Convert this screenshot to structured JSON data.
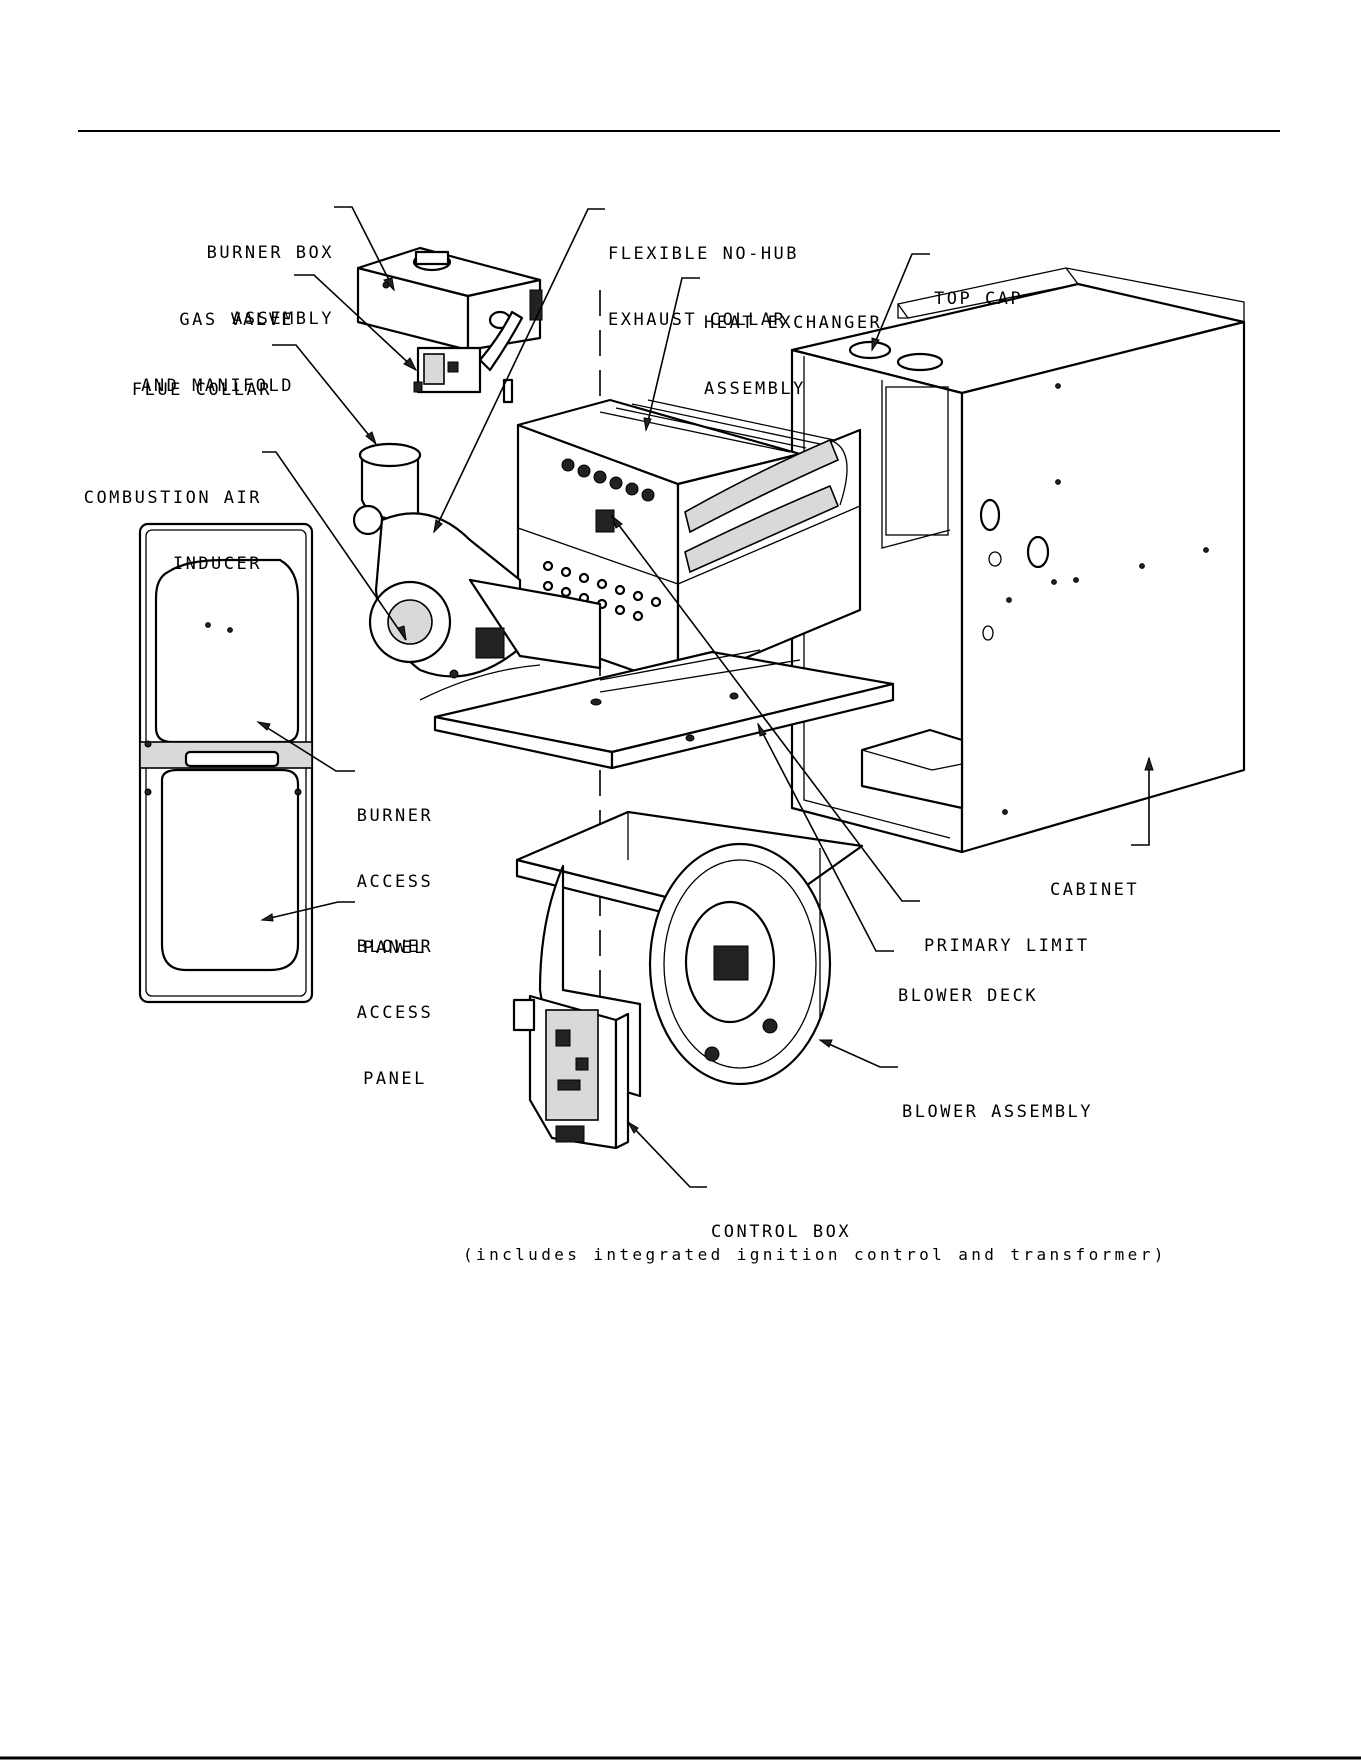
{
  "labels": {
    "burner_box_assembly": [
      "BURNER BOX",
      "ASSEMBLY"
    ],
    "gas_valve_and_manifold": [
      "GAS VALVE",
      "AND MANIFOLD"
    ],
    "flue_collar": "FLUE COLLAR",
    "combustion_air_inducer": [
      "COMBUSTION AIR",
      "INDUCER"
    ],
    "flexible_no_hub_exhaust_collar": [
      "FLEXIBLE NO-HUB",
      "EXHAUST COLLAR"
    ],
    "heat_exchanger_assembly": [
      "HEAT EXCHANGER",
      "ASSEMBLY"
    ],
    "top_cap": "TOP CAP",
    "burner_access_panel": [
      "BURNER",
      "ACCESS",
      "PANEL"
    ],
    "blower_access_panel": [
      "BLOWER",
      "ACCESS",
      "PANEL"
    ],
    "cabinet": "CABINET",
    "primary_limit": "PRIMARY LIMIT",
    "blower_deck": "BLOWER DECK",
    "blower_assembly": "BLOWER ASSEMBLY",
    "control_box": "CONTROL BOX",
    "control_box_note": "(includes integrated ignition control and transformer)"
  },
  "colors": {
    "ink": "#000000",
    "paper": "#ffffff",
    "shade": "#d9d9d9"
  }
}
